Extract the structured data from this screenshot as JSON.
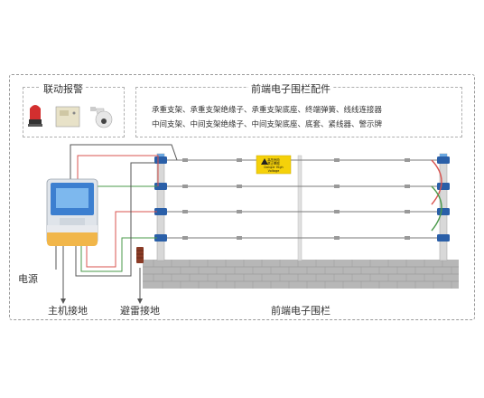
{
  "alarm_section": {
    "title": "联动报警",
    "devices": [
      "warning-light",
      "alarm-panel",
      "dome-camera"
    ]
  },
  "parts_section": {
    "title": "前端电子围栏配件",
    "line1": "承重支架、承重支架绝缘子、承重支架底座、终端弹簧、线线连接器",
    "line2": "中间支架、中间支架绝缘子、中间支架底座、底套、紧线器、警示牌"
  },
  "labels": {
    "power": "电源",
    "host_ground": "主机接地",
    "lightning_ground": "避雷接地",
    "front_fence": "前端电子围栏"
  },
  "warning_sign": {
    "line1": "高压危险",
    "line2": "禁止攀爬",
    "line3": "Danger High Voltage"
  },
  "colors": {
    "red_wire": "#d9534f",
    "green_wire": "#4a9a4a",
    "blue_insulator": "#2a5fa8",
    "wall": "#b5b5b5",
    "host_blue": "#3c7fd0",
    "host_orange": "#f1b64a",
    "sign_yellow": "#f5d10a"
  }
}
